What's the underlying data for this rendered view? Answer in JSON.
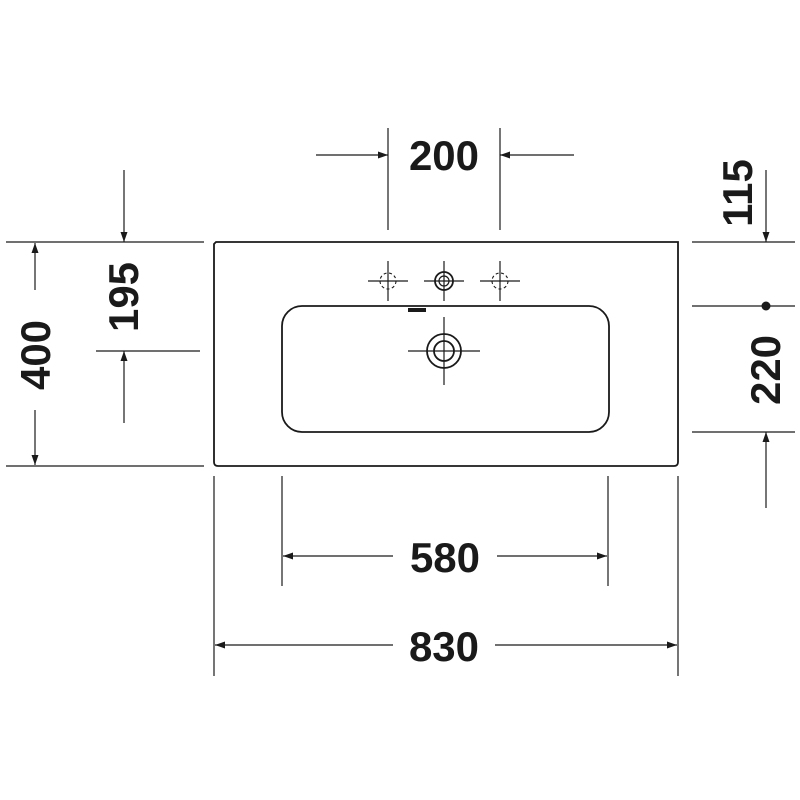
{
  "dimensions": {
    "tap_hole_spacing": "200",
    "overall_depth": "400",
    "depth_to_bowl_center": "195",
    "tap_hole_to_edge": "115",
    "bowl_depth": "220",
    "bowl_width": "580",
    "overall_width": "830"
  },
  "colors": {
    "line": "#1a1a1a",
    "background": "#ffffff"
  }
}
